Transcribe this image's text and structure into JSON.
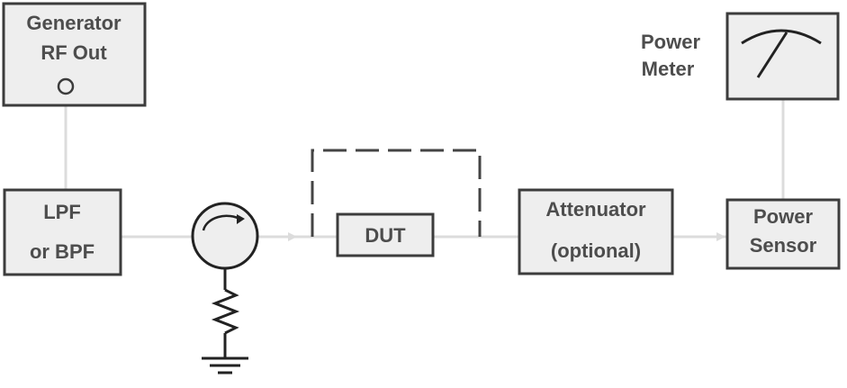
{
  "generator": {
    "line1": "Generator",
    "line2": "RF Out"
  },
  "filter": {
    "line1": "LPF",
    "line2": "or BPF"
  },
  "dut": {
    "label": "DUT"
  },
  "attenuator": {
    "line1": "Attenuator",
    "line2": "(optional)"
  },
  "power_meter": {
    "line1": "Power",
    "line2": "Meter"
  },
  "power_sensor": {
    "line1": "Power",
    "line2": "Sensor"
  },
  "colors": {
    "box_fill": "#eeeeee",
    "box_stroke": "#3c3c3c",
    "wire": "#dcdcdc",
    "text": "#4d4d4d"
  }
}
